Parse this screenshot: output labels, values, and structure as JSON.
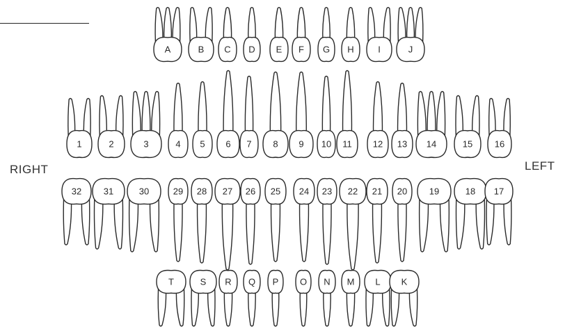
{
  "labels": {
    "right": "RIGHT",
    "left": "LEFT"
  },
  "colors": {
    "stroke": "#2a2a2a",
    "fill": "#ffffff"
  },
  "primary_upper": [
    "A",
    "B",
    "C",
    "D",
    "E",
    "F",
    "G",
    "H",
    "I",
    "J"
  ],
  "permanent_upper": [
    "1",
    "2",
    "3",
    "4",
    "5",
    "6",
    "7",
    "8",
    "9",
    "10",
    "11",
    "12",
    "13",
    "14",
    "15",
    "16"
  ],
  "permanent_lower": [
    "32",
    "31",
    "30",
    "29",
    "28",
    "27",
    "26",
    "25",
    "24",
    "23",
    "22",
    "21",
    "20",
    "19",
    "18",
    "17"
  ],
  "primary_lower": [
    "T",
    "S",
    "R",
    "Q",
    "P",
    "O",
    "N",
    "M",
    "L",
    "K"
  ]
}
